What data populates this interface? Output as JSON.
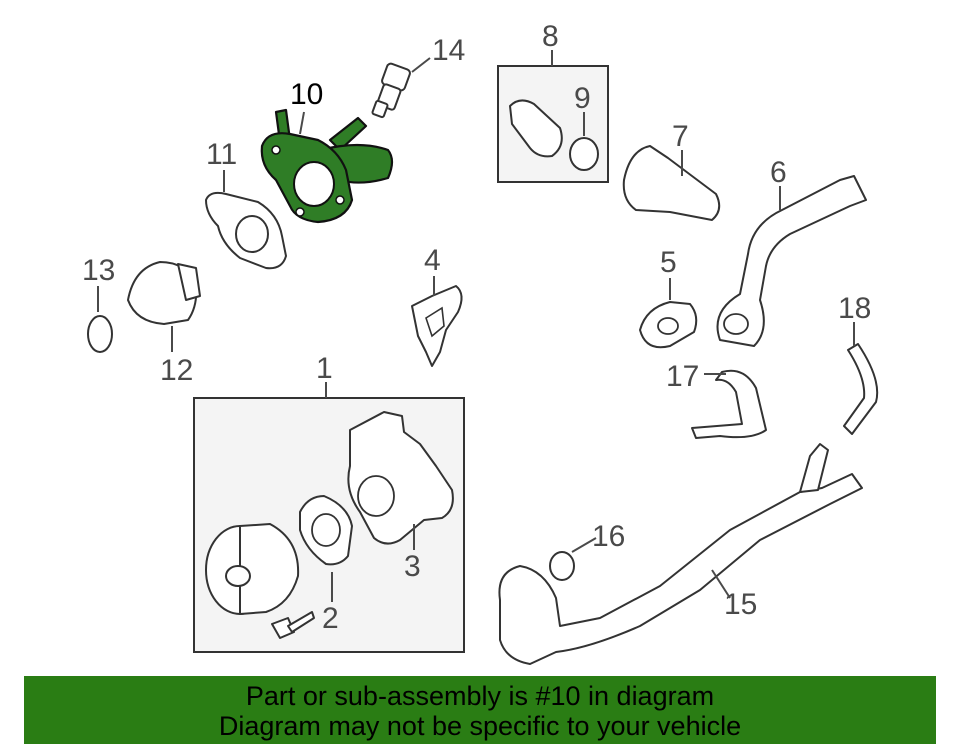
{
  "callouts": {
    "c1": "1",
    "c2": "2",
    "c3": "3",
    "c4": "4",
    "c5": "5",
    "c6": "6",
    "c7": "7",
    "c8": "8",
    "c9": "9",
    "c10": "10",
    "c11": "11",
    "c12": "12",
    "c13": "13",
    "c14": "14",
    "c15": "15",
    "c16": "16",
    "c17": "17",
    "c18": "18"
  },
  "highlight_color": "#2f7d26",
  "banner": {
    "line1": "Part or sub-assembly is #10 in diagram",
    "line2": "Diagram may not be specific to your vehicle",
    "background": "#2a7d14"
  }
}
